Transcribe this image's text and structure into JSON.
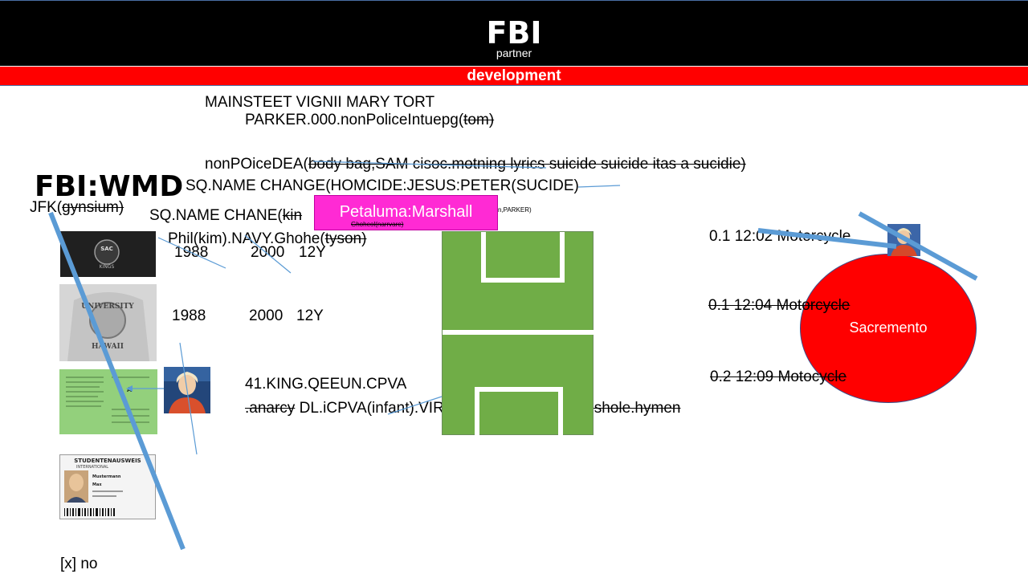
{
  "header": {
    "title": "FBI",
    "subtitle": "partner",
    "band_label": "development"
  },
  "text": {
    "line1": "MAINSTEET VIGNII MARY TORT",
    "line2_main": "PARKER.000.nonPoliceIntuepg(",
    "line2_strike": "tom)",
    "line3_main": "nonPOiceDEA(",
    "line3_strike": "body bag,SAM cisoc.motning lyrics suicide suicide itas a sucidie)",
    "wmd": "FBI:WMD",
    "line4": "SQ.NAME CHANGE(HOMCIDE:JESUS:PETER(SUCIDE)",
    "jfk_main": "JFK(",
    "jfk_strike": "gynsium)",
    "line5_main": "SQ.NAME CHANE(",
    "line5_strike": "kin",
    "tiny_right": "n,PARKER)",
    "tiny_below": "Ghoheol(narrvare)",
    "line6_main": "Phil(kim).NAVY.Ghohe(",
    "line6_strike": "tyson)",
    "row1_a": "1988",
    "row1_b": "2000",
    "row1_c": "12Y",
    "row2_a": "1988",
    "row2_b": "2000",
    "row2_c": "12Y",
    "line7": "41.KING.QEEUN.CPVA",
    "line8_strike1": ".anarcy",
    "line8_mid": "  DL.iCPVA(infant).VIRGIINA.",
    "line8_strike2": "hyman.faher.asshole.hymen",
    "petaluma": "Petaluma:Marshall",
    "moto1": "0.1 12:02 Motorcycle",
    "moto2": "0.1 12:04 Motorcycle",
    "moto3": "0.2 12:09 Motocycle",
    "sacramento": "Sacremento",
    "footer": "[x] no"
  },
  "images": {
    "shirt_black": "SAC KINGS",
    "shirt_grey": "HAWAII",
    "green_card_letter": "A",
    "id_card_title": "STUDENTENAUSWEIS",
    "id_card_sub": "INTERNATIONAL",
    "id_card_name": "Mustermann",
    "id_card_first": "Max"
  },
  "colors": {
    "header_bg": "#000000",
    "band_red": "#ff0000",
    "magenta": "#ff2ad4",
    "field_green": "#70ad47",
    "line_blue": "#5b9bd5"
  }
}
